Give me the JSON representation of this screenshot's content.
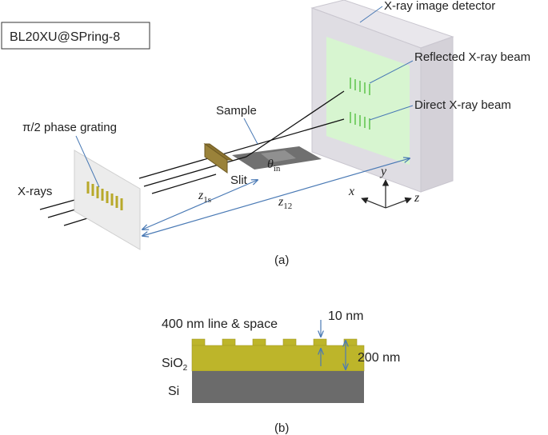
{
  "panel_a": {
    "caption": "(a)",
    "facility_label": "BL20XU@SPring-8",
    "detector_label": "X-ray image detector",
    "reflected_label": "Reflected X-ray beam",
    "direct_label": "Direct X-ray beam",
    "grating_label": "π/2 phase grating",
    "sample_label": "Sample",
    "slit_label": "Slit",
    "xrays_label": "X-rays",
    "theta_symbol": "θ",
    "theta_sub": "in",
    "z1s_symbol": "z",
    "z1s_sub": "1s",
    "z12_symbol": "z",
    "z12_sub": "12",
    "axis_x": "x",
    "axis_y": "y",
    "axis_z": "z"
  },
  "panel_b": {
    "caption": "(b)",
    "line_space_label": "400 nm line & space",
    "depth_label": "10 nm",
    "thickness_label": "200 nm",
    "sio2_label": "SiO",
    "sio2_sub": "2",
    "si_label": "Si"
  },
  "colors": {
    "beam_arrow": "#4a7ab5",
    "grating_bars": "#b8a92a",
    "slit": "#8a7230",
    "sio2_layer": "#bdb52a",
    "si_layer": "#6b6b6b",
    "detector_frame": "#dfdde3",
    "detector_screen": "#d7f5d0"
  }
}
